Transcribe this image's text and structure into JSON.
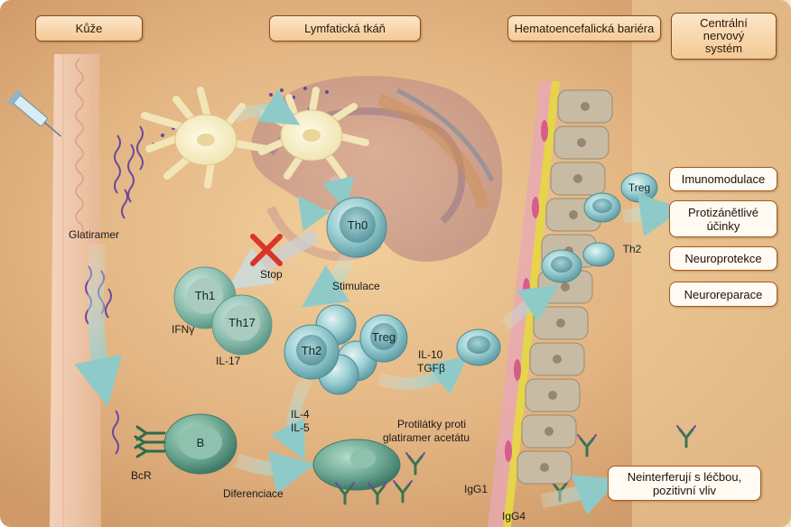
{
  "headers": {
    "skin": "Kůže",
    "lymph": "Lymfatická tkáň",
    "bbb": "Hematoencefalická bariéra",
    "cns_line1": "Centrální",
    "cns_line2": "nervový",
    "cns_line3": "systém"
  },
  "effects": {
    "immunomodulation": "Imunomodulace",
    "antiinflammatory_line1": "Protizánětlivé",
    "antiinflammatory_line2": "účinky",
    "neuroprotection": "Neuroprotekce",
    "neurorepair": "Neuroreparace",
    "noninterfering_line1": "Neinterferují s léčbou,",
    "noninterfering_line2": "pozitivní vliv"
  },
  "cells": {
    "th0": "Th0",
    "th1": "Th1",
    "th17": "Th17",
    "th2": "Th2",
    "treg": "Treg",
    "b": "B",
    "treg_cns": "Treg",
    "th2_cns": "Th2"
  },
  "labels": {
    "glatiramer": "Glatiramer",
    "stop": "Stop",
    "stimulation": "Stimulace",
    "ifn": "IFNγ",
    "il17": "IL-17",
    "il10": "IL-10",
    "tgf": "TGFβ",
    "il4": "IL-4",
    "il5": "IL-5",
    "antibodies_line1": "Protilátky proti",
    "antibodies_line2": "glatiramer acetátu",
    "bcr": "BcR",
    "differentiation": "Diferenciace",
    "igg1": "IgG1",
    "igg4": "IgG4"
  },
  "colors": {
    "background": "#e3b98a",
    "header_fill": "#f6d4a8",
    "header_border": "#8a4a1a",
    "effect_fill": "#fffaf2",
    "cell_teal": "#8cc4cc",
    "b_cell_green": "#5e9a84",
    "arrow_teal": "#9fd2d2",
    "stop_cross": "#d9352b",
    "glatiramer_purple": "#6b4a9e"
  }
}
